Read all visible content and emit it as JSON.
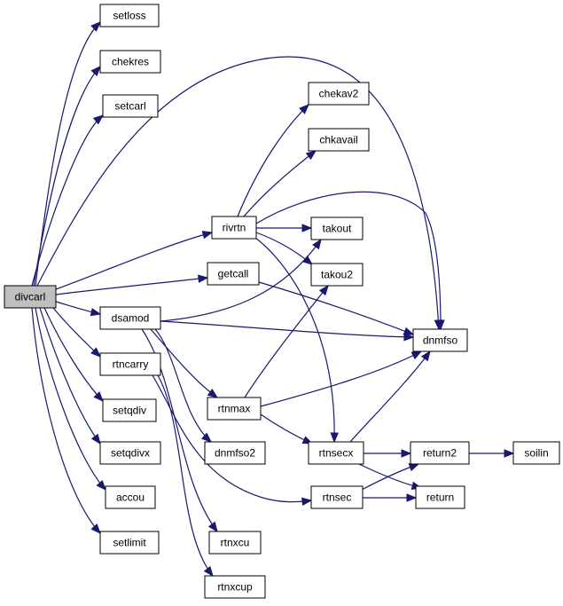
{
  "graph": {
    "root": "divcarl",
    "colors": {
      "edge": "#191970",
      "root_fill": "#bfbfbf",
      "node_fill": "#ffffff",
      "node_border": "#000000"
    },
    "nodes": [
      {
        "id": "divcarl",
        "label": "divcarl"
      },
      {
        "id": "setloss",
        "label": "setloss"
      },
      {
        "id": "chekres",
        "label": "chekres"
      },
      {
        "id": "setcarl",
        "label": "setcarl"
      },
      {
        "id": "chekav2",
        "label": "chekav2"
      },
      {
        "id": "chkavail",
        "label": "chkavail"
      },
      {
        "id": "rivrtn",
        "label": "rivrtn"
      },
      {
        "id": "takout",
        "label": "takout"
      },
      {
        "id": "getcall",
        "label": "getcall"
      },
      {
        "id": "takou2",
        "label": "takou2"
      },
      {
        "id": "dsamod",
        "label": "dsamod"
      },
      {
        "id": "dnmfso",
        "label": "dnmfso"
      },
      {
        "id": "rtncarry",
        "label": "rtncarry"
      },
      {
        "id": "rtnmax",
        "label": "rtnmax"
      },
      {
        "id": "setqdiv",
        "label": "setqdiv"
      },
      {
        "id": "setqdivx",
        "label": "setqdivx"
      },
      {
        "id": "dnmfso2",
        "label": "dnmfso2"
      },
      {
        "id": "rtnsecx",
        "label": "rtnsecx"
      },
      {
        "id": "return2",
        "label": "return2"
      },
      {
        "id": "soilin",
        "label": "soilin"
      },
      {
        "id": "accou",
        "label": "accou"
      },
      {
        "id": "rtnsec",
        "label": "rtnsec"
      },
      {
        "id": "return",
        "label": "return"
      },
      {
        "id": "setlimit",
        "label": "setlimit"
      },
      {
        "id": "rtnxcu",
        "label": "rtnxcu"
      },
      {
        "id": "rtnxcup",
        "label": "rtnxcup"
      }
    ],
    "edges": [
      {
        "from": "divcarl",
        "to": "setloss"
      },
      {
        "from": "divcarl",
        "to": "chekres"
      },
      {
        "from": "divcarl",
        "to": "setcarl"
      },
      {
        "from": "divcarl",
        "to": "dnmfso"
      },
      {
        "from": "divcarl",
        "to": "rivrtn"
      },
      {
        "from": "divcarl",
        "to": "getcall"
      },
      {
        "from": "divcarl",
        "to": "dsamod"
      },
      {
        "from": "divcarl",
        "to": "rtncarry"
      },
      {
        "from": "divcarl",
        "to": "setqdiv"
      },
      {
        "from": "divcarl",
        "to": "setqdivx"
      },
      {
        "from": "divcarl",
        "to": "accou"
      },
      {
        "from": "divcarl",
        "to": "setlimit"
      },
      {
        "from": "rivrtn",
        "to": "chekav2"
      },
      {
        "from": "rivrtn",
        "to": "chkavail"
      },
      {
        "from": "rivrtn",
        "to": "takout"
      },
      {
        "from": "rivrtn",
        "to": "takou2"
      },
      {
        "from": "rivrtn",
        "to": "dnmfso"
      },
      {
        "from": "rivrtn",
        "to": "rtnsecx"
      },
      {
        "from": "getcall",
        "to": "dnmfso"
      },
      {
        "from": "dsamod",
        "to": "takout"
      },
      {
        "from": "dsamod",
        "to": "dnmfso"
      },
      {
        "from": "dsamod",
        "to": "rtnmax"
      },
      {
        "from": "dsamod",
        "to": "dnmfso2"
      },
      {
        "from": "dsamod",
        "to": "rtnxcu"
      },
      {
        "from": "rtncarry",
        "to": "rtnsec"
      },
      {
        "from": "rtncarry",
        "to": "rtnxcup"
      },
      {
        "from": "rtnmax",
        "to": "takou2"
      },
      {
        "from": "rtnmax",
        "to": "dnmfso"
      },
      {
        "from": "rtnmax",
        "to": "rtnsecx"
      },
      {
        "from": "rtnsecx",
        "to": "dnmfso"
      },
      {
        "from": "rtnsecx",
        "to": "return2"
      },
      {
        "from": "rtnsecx",
        "to": "return"
      },
      {
        "from": "rtnsec",
        "to": "return2"
      },
      {
        "from": "rtnsec",
        "to": "return"
      },
      {
        "from": "return2",
        "to": "soilin"
      }
    ]
  }
}
